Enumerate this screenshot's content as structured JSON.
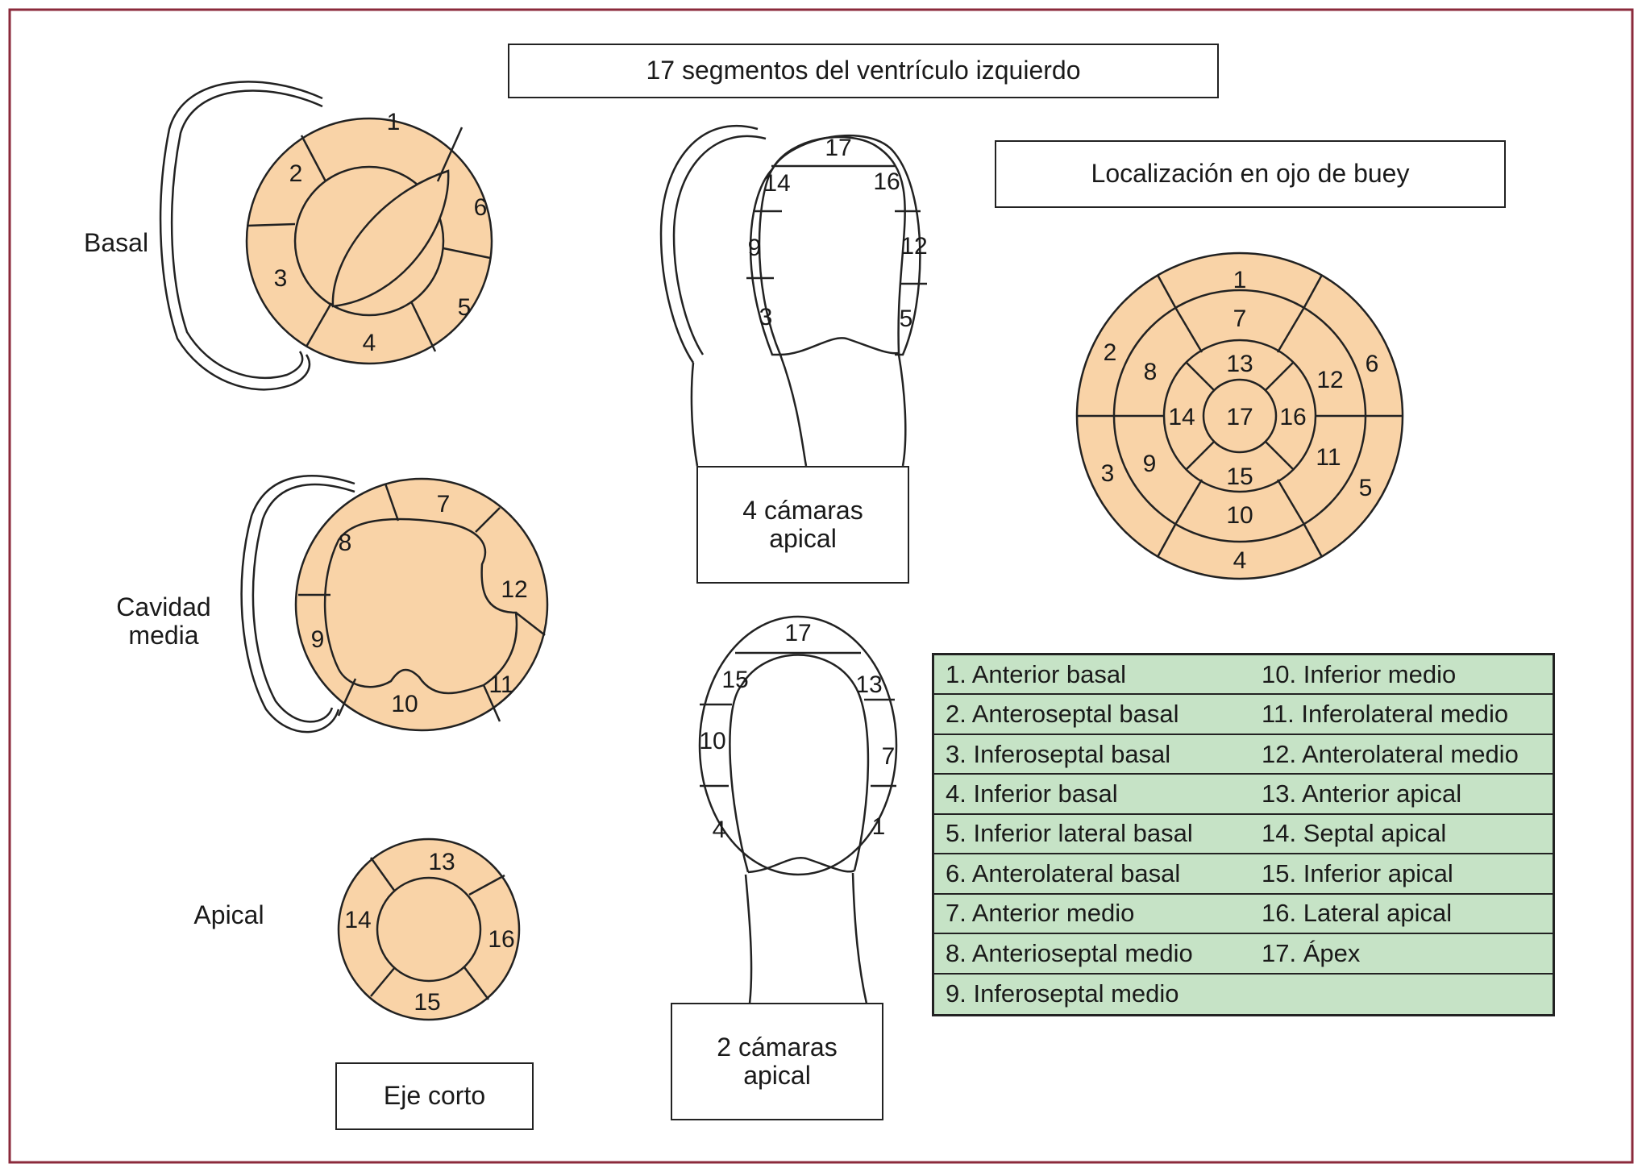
{
  "title": "17 segmentos del ventrículo izquierdo",
  "bullseye_title": "Localización en ojo de buey",
  "row_labels": {
    "basal": "Basal",
    "mid": "Cavidad\nmedia",
    "apical": "Apical"
  },
  "view_labels": {
    "short_axis": "Eje corto",
    "four_chamber": "4 cámaras\napical",
    "two_chamber": "2 cámaras\napical"
  },
  "segment_numbers": {
    "basal": [
      "1",
      "2",
      "3",
      "4",
      "5",
      "6"
    ],
    "mid": [
      "7",
      "8",
      "9",
      "10",
      "11",
      "12"
    ],
    "apical": [
      "13",
      "14",
      "15",
      "16"
    ],
    "four_chamber": [
      "17",
      "14",
      "16",
      "9",
      "12",
      "3",
      "5"
    ],
    "two_chamber": [
      "17",
      "15",
      "13",
      "10",
      "7",
      "4",
      "1"
    ],
    "bullseye": [
      "1",
      "2",
      "3",
      "4",
      "5",
      "6",
      "7",
      "8",
      "9",
      "10",
      "11",
      "12",
      "13",
      "14",
      "15",
      "16",
      "17"
    ]
  },
  "legend": [
    "1. Anterior basal",
    "2. Anteroseptal basal",
    "3. Inferoseptal basal",
    "4. Inferior basal",
    "5. Inferior lateral basal",
    "6. Anterolateral basal",
    "7. Anterior medio",
    "8. Anterioseptal medio",
    "9. Inferoseptal medio",
    "10. Inferior medio",
    "11. Inferolateral medio",
    "12. Anterolateral medio",
    "13. Anterior apical",
    "14. Septal apical",
    "15. Inferior apical",
    "16. Lateral apical",
    "17. Ápex"
  ],
  "colors": {
    "segment_fill": "#f9d3a7",
    "legend_fill": "#c6e3c6",
    "frame": "#8b2a3b"
  }
}
